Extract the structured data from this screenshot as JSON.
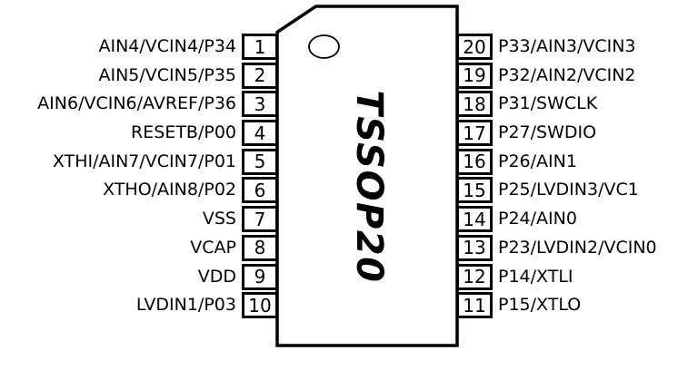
{
  "package": {
    "label": "TSSOP20"
  },
  "colors": {
    "line": "#000000",
    "background": "#ffffff"
  },
  "icons": {
    "pin1_marker": "pin-1-indicator-ellipse"
  },
  "pins": {
    "left": [
      {
        "number": "1",
        "label": "AIN4/VCIN4/P34"
      },
      {
        "number": "2",
        "label": "AIN5/VCIN5/P35"
      },
      {
        "number": "3",
        "label": "AIN6/VCIN6/AVREF/P36"
      },
      {
        "number": "4",
        "label": "RESETB/P00"
      },
      {
        "number": "5",
        "label": "XTHI/AIN7/VCIN7/P01"
      },
      {
        "number": "6",
        "label": "XTHO/AIN8/P02"
      },
      {
        "number": "7",
        "label": "VSS"
      },
      {
        "number": "8",
        "label": "VCAP"
      },
      {
        "number": "9",
        "label": "VDD"
      },
      {
        "number": "10",
        "label": "LVDIN1/P03"
      }
    ],
    "right": [
      {
        "number": "20",
        "label": "P33/AIN3/VCIN3"
      },
      {
        "number": "19",
        "label": "P32/AIN2/VCIN2"
      },
      {
        "number": "18",
        "label": "P31/SWCLK"
      },
      {
        "number": "17",
        "label": "P27/SWDIO"
      },
      {
        "number": "16",
        "label": "P26/AIN1"
      },
      {
        "number": "15",
        "label": "P25/LVDIN3/VC1"
      },
      {
        "number": "14",
        "label": "P24/AIN0"
      },
      {
        "number": "13",
        "label": "P23/LVDIN2/VCIN0"
      },
      {
        "number": "12",
        "label": "P14/XTLI"
      },
      {
        "number": "11",
        "label": "P15/XTLO"
      }
    ]
  }
}
